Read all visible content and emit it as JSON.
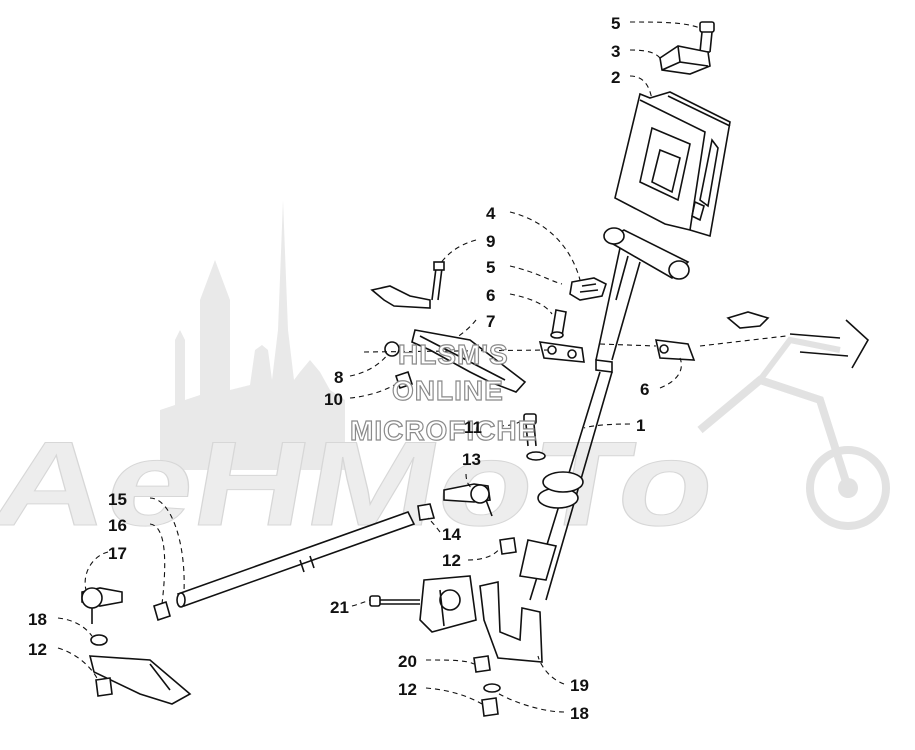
{
  "watermark": {
    "brand": "AeHMoTo",
    "site_line1": "HLSM'S",
    "site_line2": "ONLINE",
    "site_line3": "MICROFICHE"
  },
  "callouts": [
    {
      "id": "c5a",
      "label": "5"
    },
    {
      "id": "c3",
      "label": "3"
    },
    {
      "id": "c2",
      "label": "2"
    },
    {
      "id": "c4",
      "label": "4"
    },
    {
      "id": "c9",
      "label": "9"
    },
    {
      "id": "c5b",
      "label": "5"
    },
    {
      "id": "c6a",
      "label": "6"
    },
    {
      "id": "c7",
      "label": "7"
    },
    {
      "id": "c8",
      "label": "8"
    },
    {
      "id": "c10",
      "label": "10"
    },
    {
      "id": "c6b",
      "label": "6"
    },
    {
      "id": "c11",
      "label": "11"
    },
    {
      "id": "c1",
      "label": "1"
    },
    {
      "id": "c13",
      "label": "13"
    },
    {
      "id": "c14",
      "label": "14"
    },
    {
      "id": "c12a",
      "label": "12"
    },
    {
      "id": "c15",
      "label": "15"
    },
    {
      "id": "c16",
      "label": "16"
    },
    {
      "id": "c17",
      "label": "17"
    },
    {
      "id": "c18a",
      "label": "18"
    },
    {
      "id": "c12b",
      "label": "12"
    },
    {
      "id": "c21",
      "label": "21"
    },
    {
      "id": "c20",
      "label": "20"
    },
    {
      "id": "c19",
      "label": "19"
    },
    {
      "id": "c12c",
      "label": "12"
    },
    {
      "id": "c18b",
      "label": "18"
    }
  ]
}
